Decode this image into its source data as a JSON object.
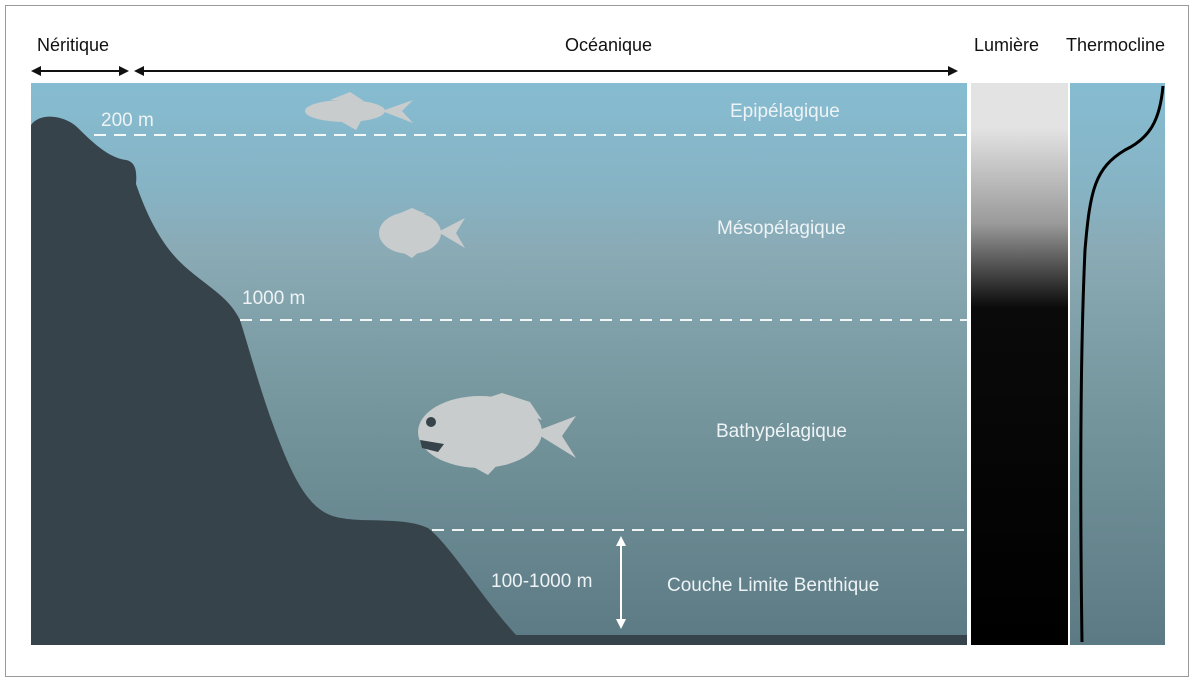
{
  "headers": {
    "neritic": "Néritique",
    "oceanic": "Océanique",
    "light": "Lumière",
    "thermocline": "Thermocline"
  },
  "zones": {
    "epipelagic": "Epipélagique",
    "mesopelagic": "Mésopélagique",
    "bathypelagic": "Bathypélagique",
    "benthic_boundary": "Couche Limite Benthique"
  },
  "depths": {
    "d200": "200 m",
    "d1000": "1000 m",
    "benthic_range": "100-1000 m"
  },
  "colors": {
    "water_top": "#86bcd1",
    "water_mid": "#7ea4b0",
    "water_bottom": "#5c7a84",
    "seafloor": "#37434a",
    "fish": "#c9cccd",
    "light_top": "#e3e3e3",
    "light_dark": "#000000"
  }
}
